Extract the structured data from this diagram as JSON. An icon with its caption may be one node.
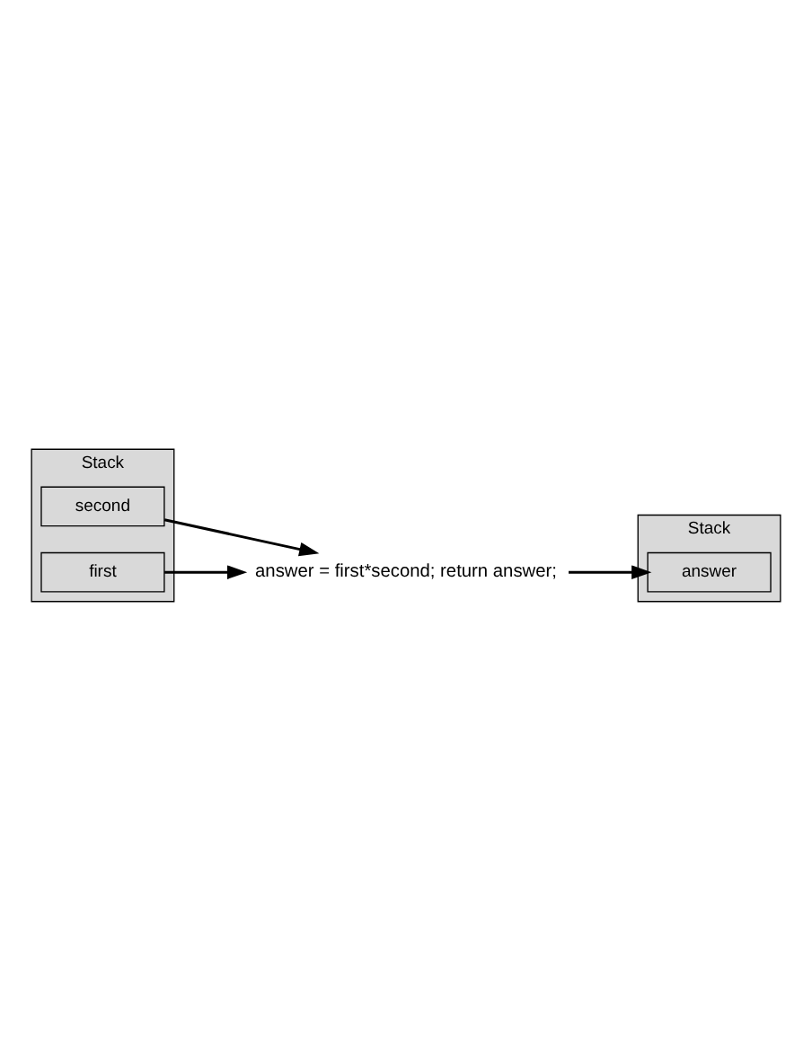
{
  "diagram": {
    "nodes": [
      {
        "text": [
          "Stack"
        ]
      },
      {
        "text": [
          "second"
        ],
        "in": 0
      },
      {
        "text": [
          "first"
        ],
        "in": 0
      },
      {
        "text": [
          "answer = first*second; return answer;"
        ]
      },
      {
        "text": [
          "Stack"
        ]
      },
      {
        "text": [
          "answer"
        ],
        "in": 4
      }
    ],
    "edges": [
      {
        "from": 1,
        "to": 3,
        "arrow": "to"
      },
      {
        "from": 2,
        "to": 3,
        "arrow": "to"
      },
      {
        "from": 3,
        "to": 5,
        "arrow": "to"
      }
    ]
  }
}
